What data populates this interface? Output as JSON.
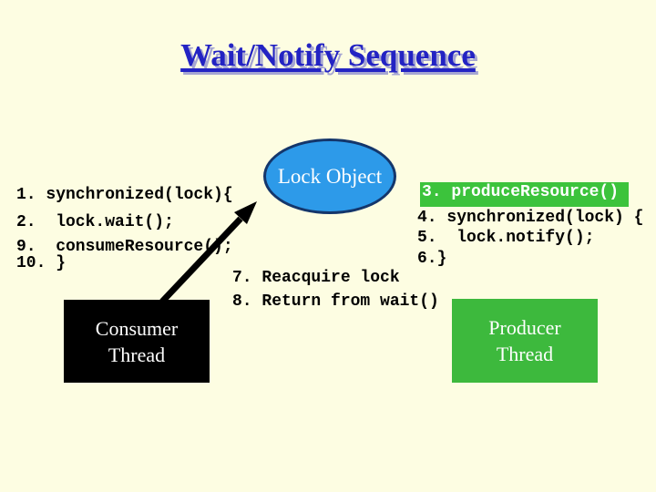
{
  "slide": {
    "title": "Wait/Notify Sequence",
    "background_color": "#fdfde2",
    "title_color": "#2323c3",
    "title_shadow_color": "#a6a6d2"
  },
  "lock_object": {
    "label": "Lock Object",
    "fill_color": "#2d9ae9",
    "border_color": "#14366b"
  },
  "consumer_code": {
    "lines": [
      "1. synchronized(lock){",
      "2.  lock.wait();",
      "9.  consumeResource();",
      "10. }"
    ]
  },
  "producer_code": {
    "highlighted_line": "3. produceResource()",
    "highlight_color": "#3cc33c",
    "lines": [
      "4. synchronized(lock) {",
      "5.  lock.notify();",
      "6.}"
    ]
  },
  "wait_return_notes": {
    "lines": [
      "7. Reacquire lock",
      "8. Return from wait()"
    ]
  },
  "consumer_thread": {
    "line1": "Consumer",
    "line2": "Thread",
    "fill_color": "#000000"
  },
  "producer_thread": {
    "line1": "Producer",
    "line2": "Thread",
    "fill_color": "#3db93d"
  },
  "arrow": {
    "color": "#000000"
  }
}
